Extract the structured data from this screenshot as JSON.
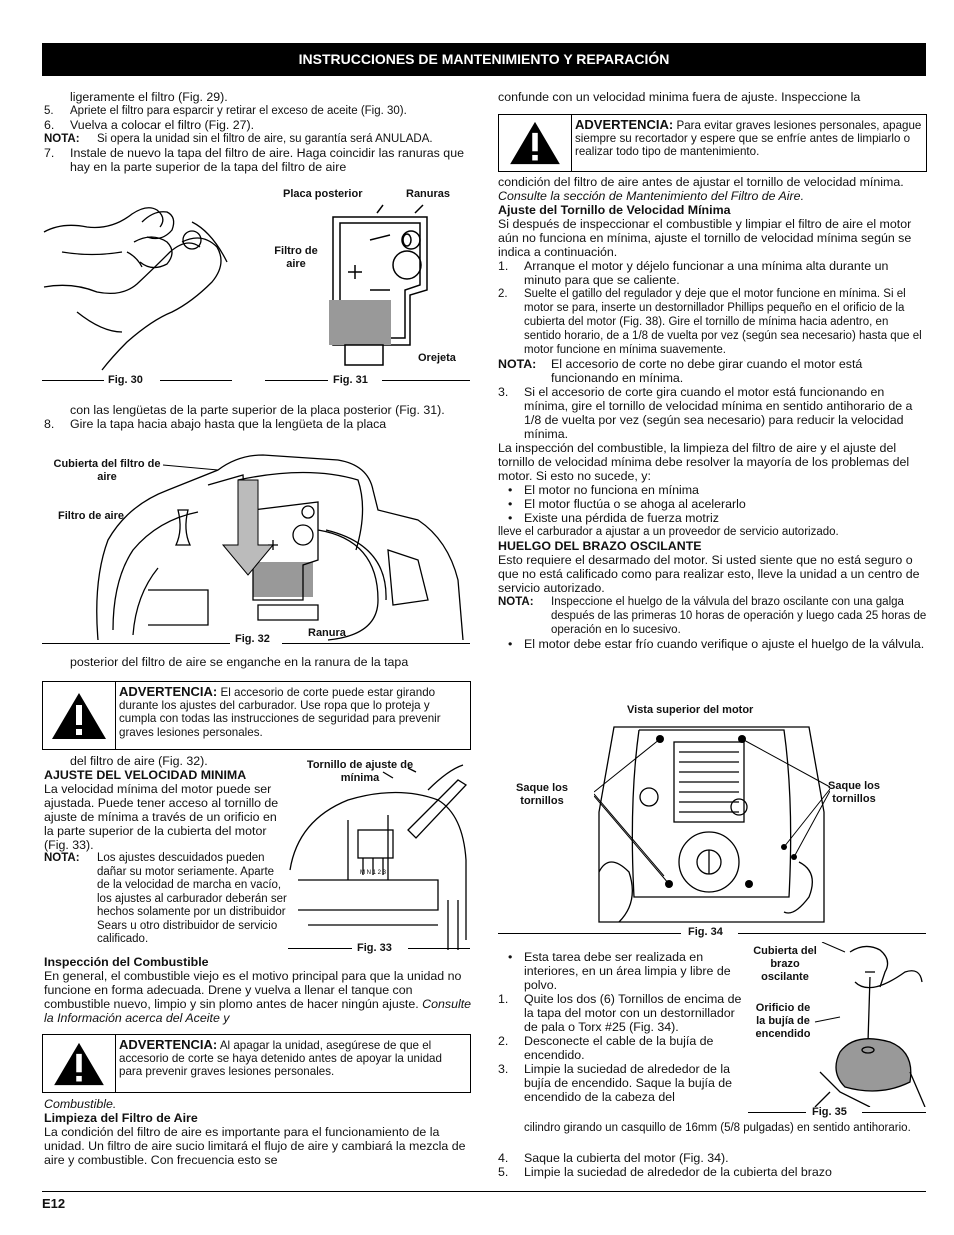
{
  "header": "INSTRUCCIONES DE MANTENIMIENTO Y REPARACIÓN",
  "page_number": "E12",
  "left": {
    "p1": "ligeramente el filtro (Fig. 29).",
    "s5n": "5.",
    "s5": "Apriete el filtro para esparcir y retirar el exceso de aceite (Fig. 30).",
    "s6n": "6.",
    "s6": "Vuelva a colocar el filtro (Fig. 27).",
    "nota1_label": "NOTA:",
    "nota1": "Si opera la unidad sin el filtro de aire, su garantía será ANULADA.",
    "s7n": "7.",
    "s7": "Instale de nuevo la tapa del filtro de aire. Haga coincidir las ranuras que hay en la parte superior de la tapa del filtro de aire",
    "fig30": "Fig. 30",
    "fig31": "Fig. 31",
    "fig31_placa": "Placa posterior",
    "fig31_ranuras": "Ranuras",
    "fig31_filtro": "Filtro de aire",
    "fig31_orejeta": "Orejeta",
    "p2": "con las lengüetas de la parte superior de la placa posterior (Fig. 31).",
    "s8n": "8.",
    "s8": "Gire la tapa hacia abajo hasta que la lengüeta de la placa",
    "fig32_cubierta": "Cubierta del filtro de aire",
    "fig32_filtro": "Filtro de aire",
    "fig32_ranura": "Ranura",
    "fig32": "Fig. 32",
    "p3": "posterior del filtro de aire se enganche en la ranura de la tapa",
    "warn1_title": "ADVERTENCIA:",
    "warn1": "El accesorio de corte puede estar girando durante los ajustes del carburador. Use ropa que lo proteja y cumpla con todas las instrucciones de seguridad para prevenir graves lesiones personales.",
    "p4": "del filtro de aire (Fig. 32).",
    "h_ajuste": "AJUSTE DEL VELOCIDAD MINIMA",
    "ajuste": "La velocidad mínima del motor puede ser ajustada. Puede tener acceso al tornillo de ajuste de mínima a través de un orificio en la parte superior de la cubierta del motor (Fig. 33).",
    "nota2_label": "NOTA:",
    "nota2": "Los ajustes descuidados pueden dañar su motor seriamente. Aparte de la velocidad de marcha en vacío, los ajustes al carburador deberán ser hechos solamente por un distribuidor Sears u otro distribuidor de servicio calificado.",
    "fig33_label": "Tornillo de ajuste de mínima",
    "fig33": "Fig. 33",
    "h_insp": "Inspección del Combustible",
    "insp": "En general, el combustible viejo es el motivo principal para que la unidad no funcione en forma adecuada. Drene y vuelva a llenar el tanque con combustible nuevo, limpio y sin plomo antes de hacer ningún ajuste.",
    "insp_ital": "Consulte la Información acerca del Aceite y",
    "warn2_title": "ADVERTENCIA:",
    "warn2": "Al apagar la unidad, asegúrese de que el accesorio de corte se haya detenido antes de apoyar la unidad para prevenir graves lesiones personales.",
    "p5": "Combustible.",
    "h_limp": "Limpieza del Filtro de Aire",
    "limp": "La condición del filtro de aire es importante para el funcionamiento de la unidad. Un filtro de aire sucio limitará el flujo de aire y cambiará la mezcla de aire y combustible. Con frecuencia esto se"
  },
  "right": {
    "p1": "confunde con un velocidad minima fuera de ajuste. Inspeccione la",
    "warn3_title": "ADVERTENCIA:",
    "warn3": "Para evitar graves lesiones personales, apague siempre su recortador y espere que se enfríe antes de limpiarlo o realizar todo tipo de mantenimiento.",
    "p2": "condición del filtro de aire antes de ajustar el tornillo de velocidad mínima.",
    "p2_ital": "Consulte la sección de Mantenimiento del Filtro de Aire.",
    "h_tornillo": "Ajuste del Tornillo de Velocidad Mínima",
    "tornillo": "Si después de inspeccionar el combustible y limpiar el filtro de aire el motor aún no funciona en mínima, ajuste el tornillo de velocidad mínima según se indica a continuación.",
    "r1n": "1.",
    "r1": "Arranque el motor y déjelo funcionar a una mínima alta durante un minuto para que se caliente.",
    "r2n": "2.",
    "r2": "Suelte el gatillo del regulador y deje que el motor funcione en mínima. Si el motor se para, inserte un destornillador Phillips pequeño en el orificio de la cubierta del motor (Fig. 38). Gire el tornillo de mínima hacia adentro, en sentido horario, de a 1/8 de vuelta por vez (según sea necesario) hasta que el motor funcione en mínima suavemente.",
    "nota3_label": "NOTA:",
    "nota3": "El accesorio de corte no debe girar cuando el motor está funcionando en mínima.",
    "r3n": "3.",
    "r3": "Si el accesorio de corte gira cuando el motor está funcionando en mínima, gire el tornillo de velocidad mínima en sentido antihorario de a 1/8 de vuelta por vez (según sea necesario) para reducir la velocidad mínima.",
    "p3": "La inspección del combustible, la limpieza del filtro de aire y el ajuste del tornillo de velocidad mínima debe resolver la mayoría de los problemas del motor. Si esto no sucede, y:",
    "b1": "El motor no funciona en mínima",
    "b2": "El motor fluctúa o se ahoga al acelerarlo",
    "b3": "Existe una pérdida de fuerza motriz",
    "bullet": "•",
    "p4": "lleve el carburador a ajustar a un proveedor de servicio autorizado.",
    "h_huelgo": "HUELGO DEL BRAZO OSCILANTE",
    "huelgo": "Esto requiere el desarmado del motor. Si usted siente que no está seguro o que no está calificado como para realizar esto, lleve la unidad a un centro de servicio autorizado.",
    "nota4_label": "NOTA:",
    "nota4": "Inspeccione el huelgo de la válvula del brazo oscilante con una galga después de las primeras 10 horas de operación y luego cada 25 horas de operación en lo sucesivo.",
    "b4": "El motor debe estar frío cuando verifique o ajuste el huelgo de la válvula.",
    "fig34_title": "Vista superior del motor",
    "fig34_left": "Saque los tornillos",
    "fig34_right": "Saque los tornillos",
    "fig34": "Fig. 34",
    "b5": "Esta tarea debe ser realizada en interiores, en un área limpia y libre de polvo.",
    "q1n": "1.",
    "q1": "Quite los dos (6) Tornillos de encima de la tapa del motor con un destornillador de pala o Torx #25 (Fig. 34).",
    "q2n": "2.",
    "q2": "Desconecte el cable de la bujía de encendido.",
    "q3n": "3.",
    "q3a": "Limpie la suciedad de alrededor de la bujía de encendido. Saque la bujía de encendido de la cabeza del",
    "q3b": "cilindro girando un casquillo de 16mm (5/8 pulgadas) en sentido antihorario.",
    "q4n": "4.",
    "q4": "Saque la cubierta del motor (Fig. 34).",
    "q5n": "5.",
    "q5": "Limpie la suciedad de alrededor de la cubierta del brazo",
    "fig35_cub": "Cubierta del brazo oscilante",
    "fig35_orif": "Orificio de la bujía de encendido",
    "fig35": "Fig. 35"
  }
}
